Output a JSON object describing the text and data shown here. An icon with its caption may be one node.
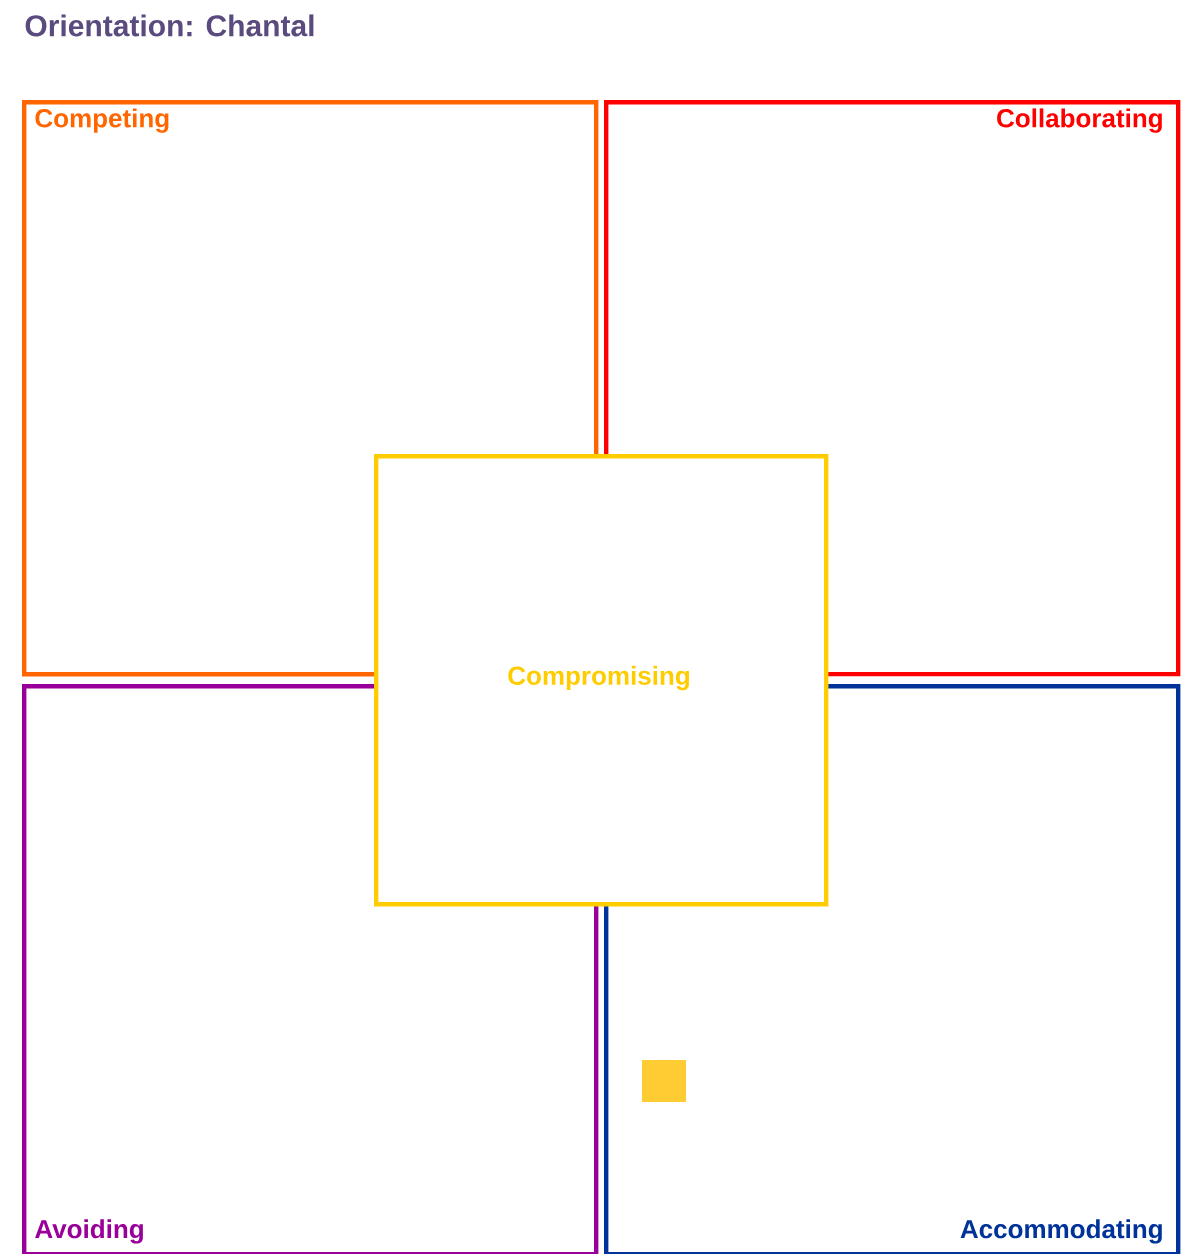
{
  "diagram": {
    "title": "Orientation: Chantal",
    "nodes": [
      {
        "text": [
          "Competing"
        ]
      },
      {
        "text": [
          "Collaborating"
        ]
      },
      {
        "text": [
          "Avoiding"
        ]
      },
      {
        "text": [
          "Accommodating"
        ]
      },
      {
        "text": [
          "Compromising"
        ]
      }
    ]
  }
}
